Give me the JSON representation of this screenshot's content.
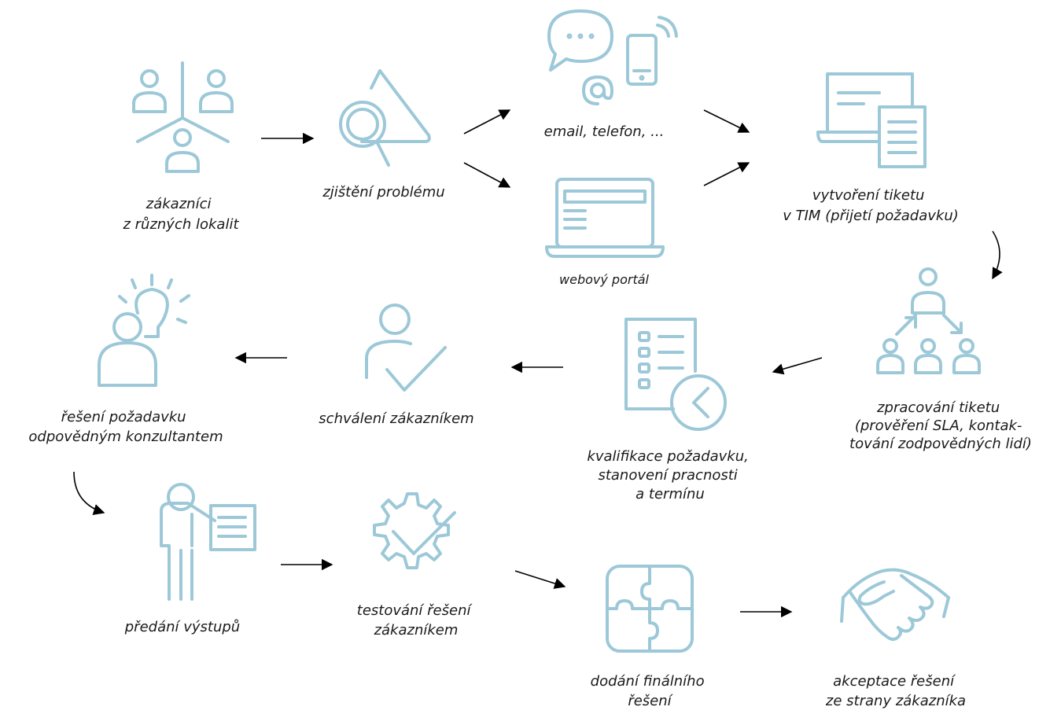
{
  "steps": [
    {
      "id": "customers",
      "lines": [
        "zákazníci",
        "z různých lokalit"
      ]
    },
    {
      "id": "problem",
      "lines": [
        "zjištění problému"
      ]
    },
    {
      "id": "email",
      "lines": [
        "email, telefon, ..."
      ]
    },
    {
      "id": "portal",
      "lines": [
        "webový portál"
      ]
    },
    {
      "id": "ticket",
      "lines": [
        "vytvoření tiketu",
        "v TIM (přijetí požadavku)"
      ]
    },
    {
      "id": "processing",
      "lines": [
        "zpracování tiketu",
        "(prověření SLA, kontak-",
        "tování zodpovědných lidí)"
      ]
    },
    {
      "id": "qualification",
      "lines": [
        "kvalifikace požadavku,",
        "stanovení pracnosti",
        "a termínu"
      ]
    },
    {
      "id": "approval",
      "lines": [
        "schválení zákazníkem"
      ]
    },
    {
      "id": "solving",
      "lines": [
        "řešení požadavku",
        "odpovědným konzultantem"
      ]
    },
    {
      "id": "handover",
      "lines": [
        "předání výstupů"
      ]
    },
    {
      "id": "testing",
      "lines": [
        "testování řešení",
        "zákazníkem"
      ]
    },
    {
      "id": "delivery",
      "lines": [
        "dodání finálního",
        "řešení"
      ]
    },
    {
      "id": "acceptance",
      "lines": [
        "akceptace řešení",
        "ze strany zákazníka"
      ]
    }
  ],
  "icons": {
    "customers": "customers-icon",
    "problem": "magnifier-warning-icon",
    "email": "chat-phone-email-icon",
    "portal": "laptop-icon",
    "ticket": "laptop-document-icon",
    "processing": "team-hierarchy-icon",
    "qualification": "checklist-clock-icon",
    "approval": "user-check-icon",
    "solving": "consultant-idea-icon",
    "handover": "presenter-icon",
    "testing": "gear-check-icon",
    "delivery": "puzzle-icon",
    "acceptance": "handshake-icon"
  },
  "colors": {
    "icon": "#9cc8d8",
    "arrow": "#000000",
    "text": "#1a1a1a"
  }
}
